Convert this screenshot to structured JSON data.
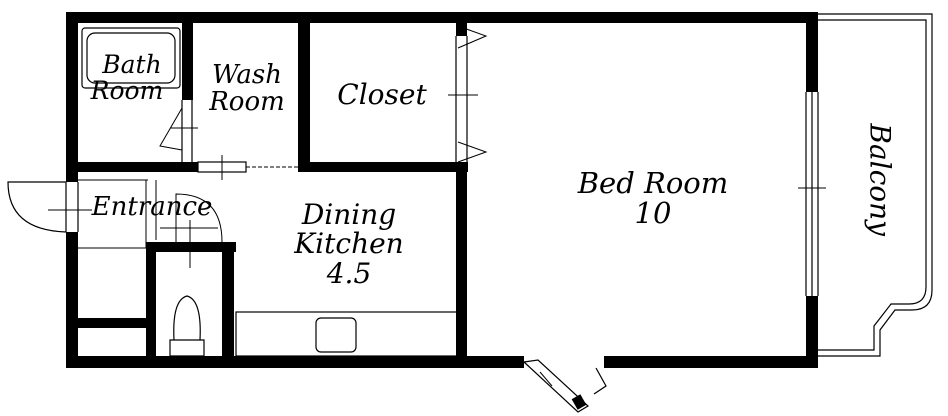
{
  "rooms": {
    "bath": {
      "line1": "Bath",
      "line2": "Room"
    },
    "wash": {
      "line1": "Wash",
      "line2": "Room"
    },
    "closet": {
      "label": "Closet"
    },
    "bed": {
      "line1": "Bed Room",
      "line2": "10"
    },
    "balcony": {
      "label": "Balcony"
    },
    "entrance": {
      "label": "Entrance"
    },
    "dining": {
      "line1": "Dining",
      "line2": "Kitchen",
      "line3": "4.5"
    }
  },
  "colors": {
    "wall": "#000000",
    "background": "#ffffff"
  }
}
